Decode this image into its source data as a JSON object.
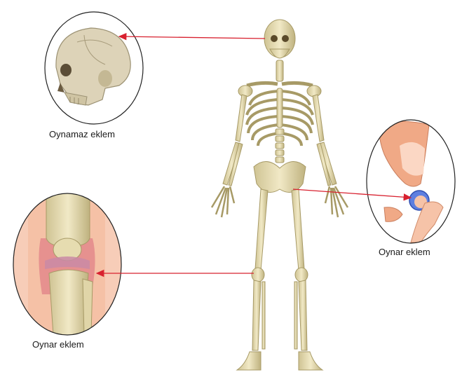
{
  "labels": {
    "skull": "Oynamaz eklem",
    "hip": "Oynar eklem",
    "knee": "Oynar eklem"
  },
  "colors": {
    "arrow": "#d8212f",
    "bone": "#e6dcb0",
    "bone_shade": "#b8ab78",
    "skin": "#f3b9a1",
    "cartilage": "#c96b86",
    "socket_blue": "#5e7fe0"
  },
  "icons": [
    "skull-icon",
    "hip-joint-icon",
    "knee-joint-icon",
    "skeleton-figure"
  ]
}
